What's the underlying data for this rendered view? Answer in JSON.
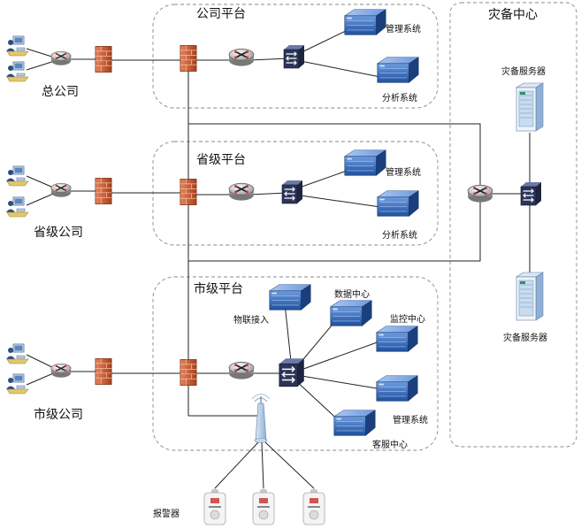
{
  "platforms": {
    "company": "公司平台",
    "province": "省级平台",
    "city": "市级平台",
    "disaster_recovery": "灾备中心"
  },
  "companies": {
    "head": "总公司",
    "province": "省级公司",
    "city": "市级公司"
  },
  "systems": {
    "company_mgmt": "管理系统",
    "company_analysis": "分析系统",
    "province_mgmt": "管理系统",
    "province_analysis": "分析系统",
    "iot_access": "物联接入",
    "data_center": "数据中心",
    "monitor_center": "监控中心",
    "city_mgmt": "管理系统",
    "service_center": "客服中心"
  },
  "dr": {
    "server_top": "灾备服务器",
    "server_bottom": "灾备服务器"
  },
  "alarm": {
    "label": "报警器"
  },
  "colors": {
    "server_blue": "#2f62b0",
    "firewall_red": "#c6532e",
    "box_border": "#8a8a8a"
  }
}
